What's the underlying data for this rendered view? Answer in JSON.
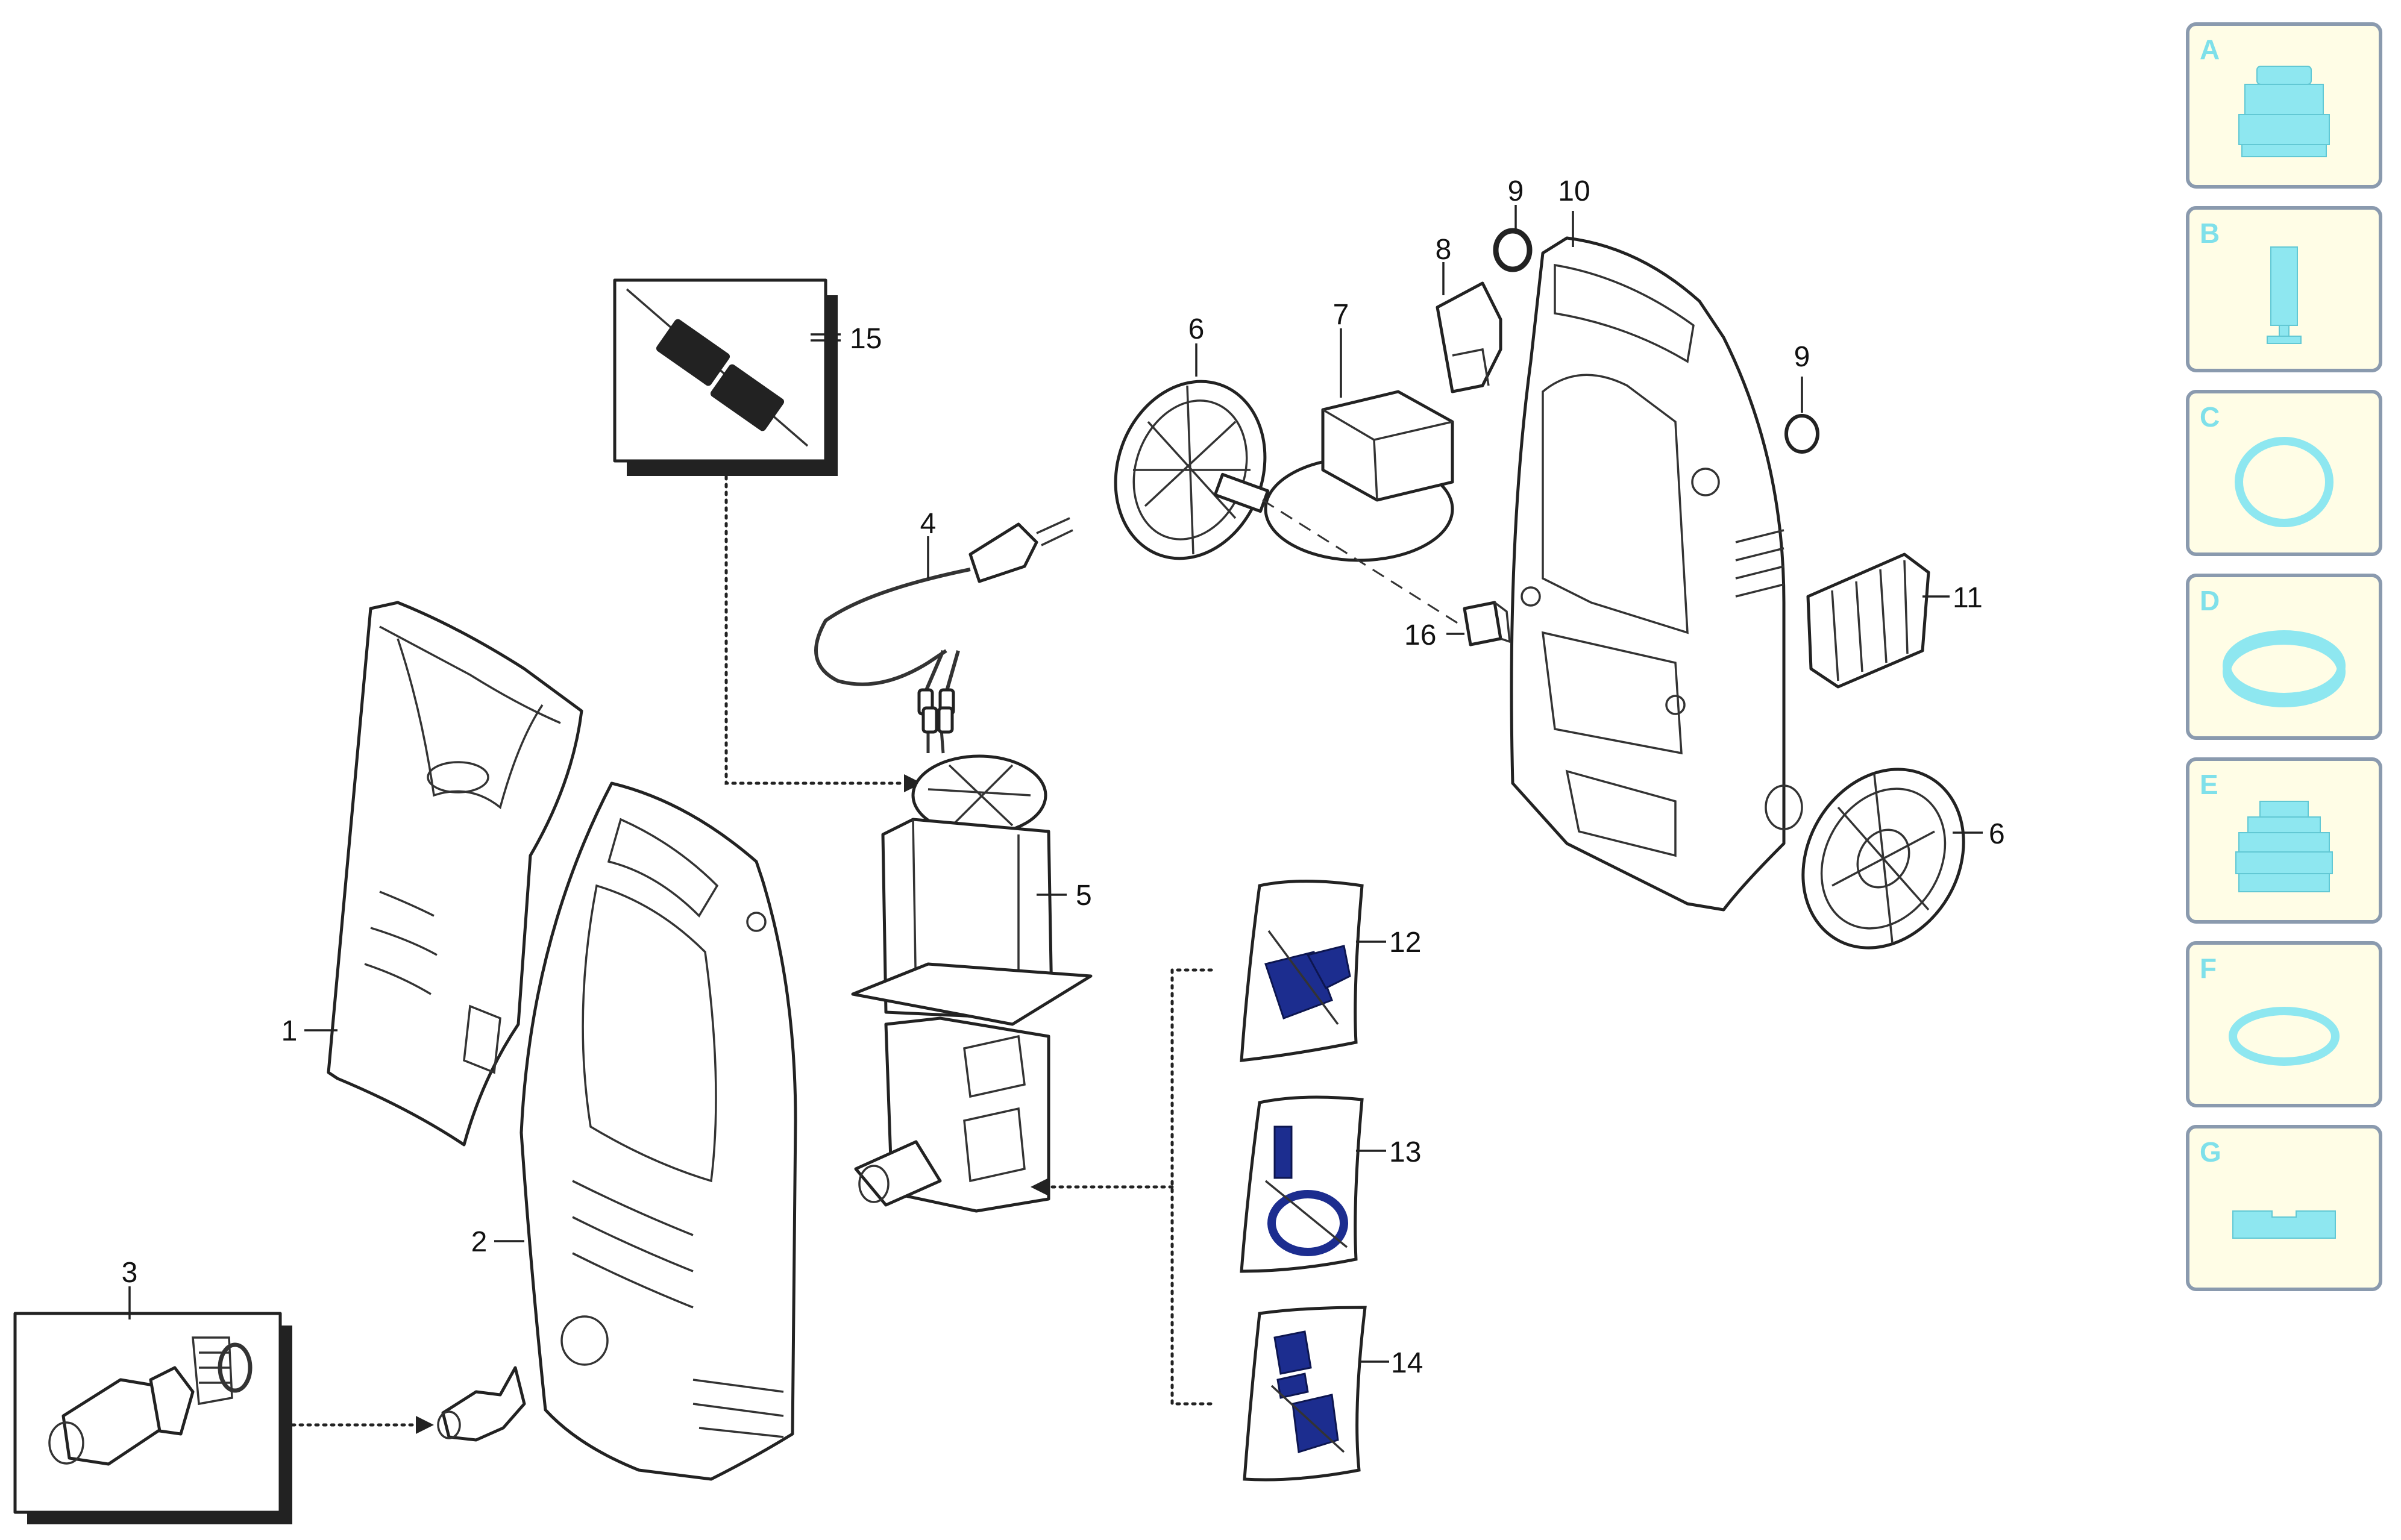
{
  "callouts": {
    "p1": "1",
    "p2": "2",
    "p3": "3",
    "p4": "4",
    "p5": "5",
    "p6a": "6",
    "p6b": "6",
    "p7": "7",
    "p8": "8",
    "p9a": "9",
    "p9b": "9",
    "p10": "10",
    "p11": "11",
    "p12": "12",
    "p13": "13",
    "p14": "14",
    "p15": "15",
    "p16": "16"
  },
  "panel": {
    "items": [
      {
        "letter": "A",
        "icon": "nozzle-icon"
      },
      {
        "letter": "B",
        "icon": "plunger-icon"
      },
      {
        "letter": "C",
        "icon": "oring-icon"
      },
      {
        "letter": "D",
        "icon": "seal-ring-icon"
      },
      {
        "letter": "E",
        "icon": "valve-stack-icon"
      },
      {
        "letter": "F",
        "icon": "gasket-icon"
      },
      {
        "letter": "G",
        "icon": "block-icon"
      }
    ],
    "colors": {
      "card": "#fffde6",
      "border": "#8a9aae",
      "icon": "#8ee7f0"
    }
  },
  "colors": {
    "line": "#222222",
    "kit": "#1c2d8f"
  }
}
